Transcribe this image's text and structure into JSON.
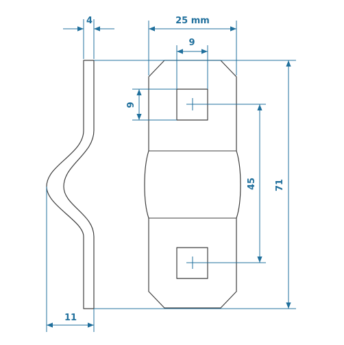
{
  "colors": {
    "dimension": "#1f6f9c",
    "outline": "#3c3c3c",
    "background": "#ffffff"
  },
  "dimensions": {
    "thickness": "4",
    "width": "25 mm",
    "hole_width": "9",
    "hole_height": "9",
    "hole_spacing": "45",
    "total_length": "71",
    "bend_depth": "11"
  }
}
